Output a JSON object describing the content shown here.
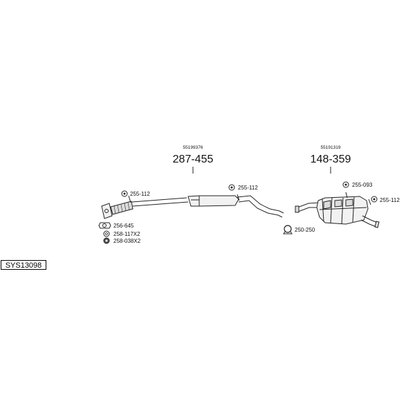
{
  "diagram": {
    "system_code": "SYS13098",
    "groups": [
      {
        "oem_number": "55199376",
        "part_number": "287-455"
      },
      {
        "oem_number": "55191319",
        "part_number": "148-359"
      }
    ],
    "fittings": [
      {
        "label": "255-112"
      },
      {
        "label": "255-112"
      },
      {
        "label": "255-093"
      },
      {
        "label": "255-112"
      },
      {
        "label": "256-645"
      },
      {
        "label": "258-117X2"
      },
      {
        "label": "258-038X2"
      },
      {
        "label": "250-250"
      }
    ]
  }
}
